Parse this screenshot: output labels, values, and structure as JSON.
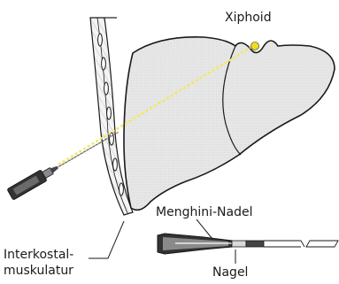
{
  "figure": {
    "labels": {
      "xiphoid": "Xiphoid",
      "menghini_needle": "Menghini-Nadel",
      "nail": "Nagel",
      "intercostal_line1": "Interkostal-",
      "intercostal_line2": "muskulatur"
    },
    "colors": {
      "liver_fill": "#e6e6e6",
      "outline": "#1a1a1a",
      "puncture_path": "#f2e85a",
      "xiphoid_marker": "#f0dc1e",
      "instrument_dark": "#333333",
      "instrument_mid": "#8a8a8a"
    }
  }
}
